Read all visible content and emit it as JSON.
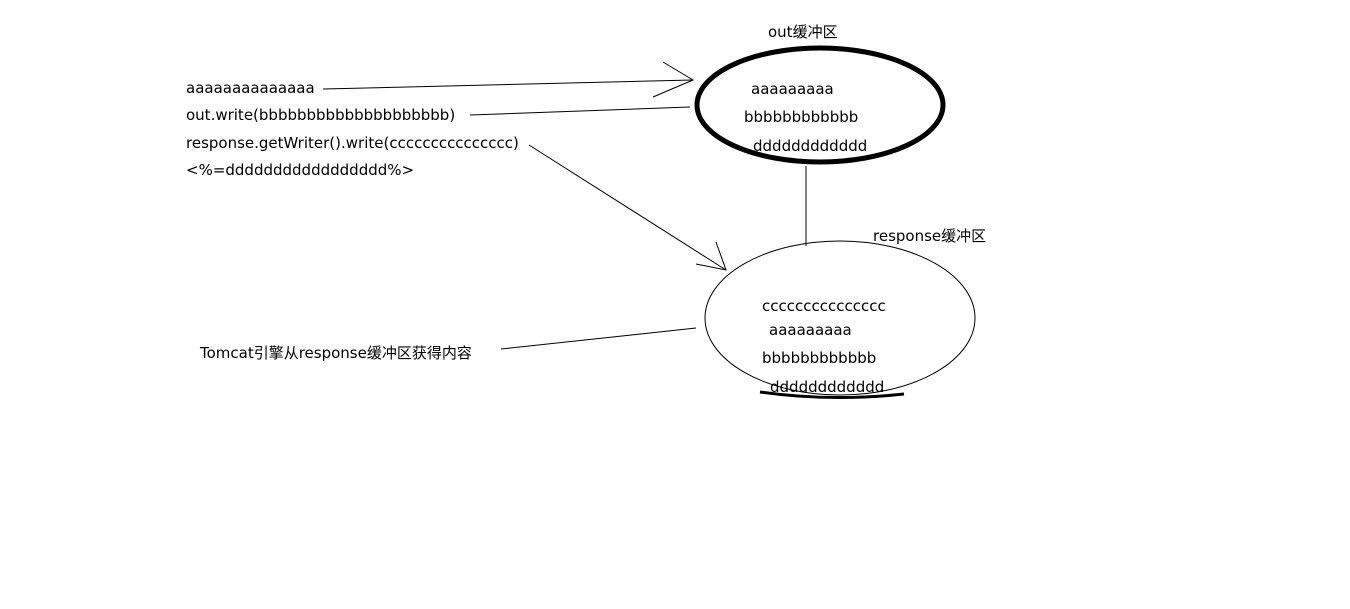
{
  "source_lines": [
    "aaaaaaaaaaaaaa",
    "out.write(bbbbbbbbbbbbbbbbbbbb)",
    "response.getWriter().write(ccccccccccccccc)",
    "<%=ddddddddddddddddd%>"
  ],
  "out_buffer": {
    "title": "out缓冲区",
    "contents": [
      "aaaaaaaaa",
      "bbbbbbbbbbbb",
      "dddddddddddd"
    ]
  },
  "response_buffer": {
    "title": "response缓冲区",
    "contents": [
      "ccccccccccccccc",
      "aaaaaaaaa",
      "bbbbbbbbbbbb",
      "dddddddddddd"
    ]
  },
  "tomcat_label": "Tomcat引擎从response缓冲区获得内容"
}
